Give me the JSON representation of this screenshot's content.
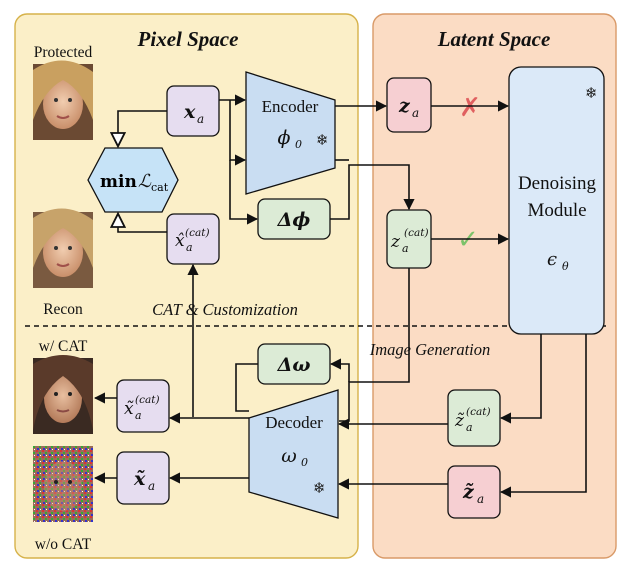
{
  "sections": {
    "pixel_space": "Pixel Space",
    "latent_space": "Latent Space",
    "cat_customization": "CAT & Customization",
    "image_generation": "Image Generation"
  },
  "image_labels": {
    "protected": "Protected",
    "recon": "Recon",
    "with_cat": "w/ CAT",
    "without_cat": "w/o CAT"
  },
  "nodes": {
    "x_a": "x",
    "x_a_sub": "a",
    "x_hat": "x̂",
    "x_hat_sub": "a",
    "x_hat_sup": "(cat)",
    "loss_min": "min",
    "loss_sym": "ℒ",
    "loss_sub": "cat",
    "encoder": "Encoder",
    "encoder_param": "ϕ",
    "encoder_param_sub": "0",
    "delta_phi": "Δϕ",
    "z_a": "z",
    "z_a_sub": "a",
    "z_cat": "z",
    "z_cat_sub": "a",
    "z_cat_sup": "(cat)",
    "denoising_line1": "Denoising",
    "denoising_line2": "Module",
    "denoising_param": "ϵ",
    "denoising_param_sub": "θ",
    "delta_omega": "Δω",
    "decoder": "Decoder",
    "decoder_param": "ω",
    "decoder_param_sub": "0",
    "z_tilde_cat": "z̃",
    "z_tilde_cat_sub": "a",
    "z_tilde_cat_sup": "(cat)",
    "x_tilde_cat": "x̃",
    "x_tilde_cat_sub": "a",
    "x_tilde_cat_sup": "(cat)",
    "z_tilde": "z̃",
    "z_tilde_sub": "a",
    "x_tilde": "x̃",
    "x_tilde_sub": "a"
  },
  "symbols": {
    "frozen": "❄",
    "cross": "✗",
    "check": "✓"
  },
  "colors": {
    "pixel_bg": "#fbefc8",
    "pixel_border": "#d6b24a",
    "latent_bg": "#fbdcc4",
    "latent_border": "#d99a68",
    "purple_node": "#e6ddf0",
    "green_node": "#dcebd6",
    "pink_node": "#f6cfd2",
    "blue_module": "#dbe9f8",
    "encoder_fill": "#c9ddf2",
    "loss_fill": "#c6e3f7",
    "cross": "#e06060",
    "check": "#7cc26a"
  }
}
